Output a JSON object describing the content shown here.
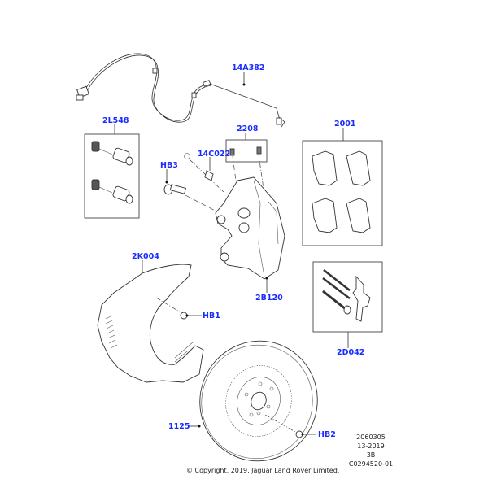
{
  "diagram": {
    "title": "Front Brake Assembly",
    "accent_color": "#1a2bff",
    "callouts": [
      {
        "id": "14A382",
        "label": "14A382",
        "part": "brake pad wear sensor wire"
      },
      {
        "id": "2208",
        "label": "2208",
        "part": "bleed screws"
      },
      {
        "id": "2L548",
        "label": "2L548",
        "part": "caliper guide pin kit"
      },
      {
        "id": "14C022",
        "label": "14C022",
        "part": "sensor clip"
      },
      {
        "id": "HB3",
        "label": "HB3",
        "part": "caliper bolt"
      },
      {
        "id": "2001",
        "label": "2001",
        "part": "brake pad set"
      },
      {
        "id": "2K004",
        "label": "2K004",
        "part": "brake disc shield"
      },
      {
        "id": "HB1",
        "label": "HB1",
        "part": "shield bolt"
      },
      {
        "id": "2B120",
        "label": "2B120",
        "part": "brake caliper"
      },
      {
        "id": "2D042",
        "label": "2D042",
        "part": "caliper fitting kit"
      },
      {
        "id": "1125",
        "label": "1125",
        "part": "brake disc"
      },
      {
        "id": "HB2",
        "label": "HB2",
        "part": "disc retaining screw"
      }
    ],
    "reference": {
      "line1": "2060305",
      "line2": "13-2019",
      "line3": "3B",
      "line4": "C0294520-01"
    },
    "copyright": "© Copyright, 2019. Jaguar Land Rover Limited."
  }
}
